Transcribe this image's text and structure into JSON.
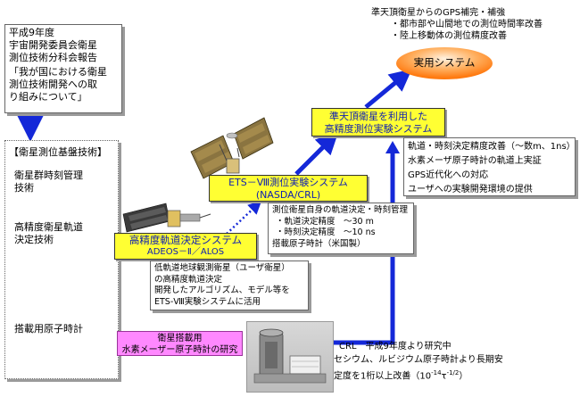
{
  "report_box": {
    "lines": [
      "平成9年度",
      "宇宙開発委員会衛星",
      "測位技術分科会報告",
      "「我が国における衛星",
      "測位技術開発への取",
      "り組みについて」"
    ]
  },
  "base_tech": {
    "title": "【衛星測位基盤技術】",
    "item1": [
      "衛星群時刻管理",
      "技術"
    ],
    "item2": [
      "高精度衛星軌道",
      "決定技術"
    ],
    "item3": "搭載用原子時計"
  },
  "goal": {
    "notes": [
      "準天頂衛星からのGPS補完・補強",
      "・都市部や山間地での測位時間率改善",
      "・陸上移動体の測位精度改善"
    ],
    "ellipse_label": "実用システム"
  },
  "qzss_box": {
    "lines": [
      "準天頂衛星を利用した",
      "高精度測位実験システム"
    ]
  },
  "qzss_notes": [
    "軌道・時刻決定精度改善（～数m、1ns）",
    "水素メーザ原子時計の軌道上実証",
    "GPS近代化への対応",
    "ユーザへの実験開発環境の提供"
  ],
  "ets_box": {
    "lines": [
      "ETS－Ⅷ測位実験システム",
      "(NASDA/CRL)"
    ]
  },
  "ets_notes": [
    "測位衛星自身の軌道決定・時刻管理",
    "・軌道決定精度　～30 m",
    "・時刻決定精度　～10 ns",
    "搭載原子時計（米国製）"
  ],
  "alos_box": {
    "title": "高精度軌道決定システム",
    "subtitle": "ADEOS－Ⅱ／ALOS"
  },
  "alos_notes": [
    "低軌道地球観測衛星（ユーザ衛星）",
    "の高精度軌道決定",
    "開発したアルゴリズム、モデル等を",
    "ETS-Ⅷ実験システムに活用"
  ],
  "maser_box": {
    "lines": [
      "衛星搭載用",
      "水素メーザー原子時計の研究"
    ]
  },
  "crl_notes": {
    "line1": "CRL　平成9年度より研究中",
    "line2": "セシウム、ルビジウム原子時計より長期安",
    "line3_prefix": "定度を1桁以上改善（10",
    "line3_sup1": "-14",
    "line3_mid": "τ",
    "line3_sup2": "-1/2",
    "line3_suffix": "）"
  },
  "colors": {
    "arrow": "#1428d8",
    "yellow": "#ffff33",
    "pink": "#ff88ff",
    "ellipse": "#ffa040"
  },
  "icons": [
    "ets8-satellite-icon",
    "alos-satellite-icon",
    "atomic-clock-icon"
  ]
}
